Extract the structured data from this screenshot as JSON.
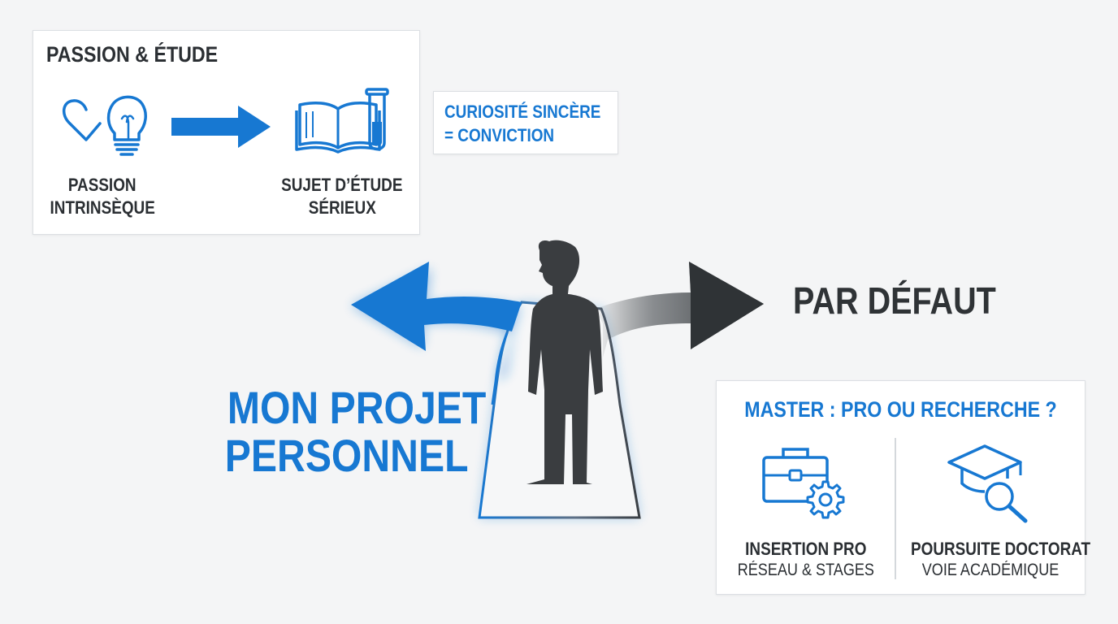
{
  "passion_box": {
    "title": "PASSION & ÉTUDE",
    "left_label_1": "PASSION",
    "left_label_2": "INTRINSÈQUE",
    "right_label_1": "SUJET D’ÉTUDE",
    "right_label_2": "SÉRIEUX"
  },
  "callout": {
    "line1": "CURIOSITÉ SINCÈRE",
    "line2": "= CONVICTION"
  },
  "left_path": {
    "line1": "MON PROJET",
    "line2": "PERSONNEL"
  },
  "right_path": {
    "label": "PAR DÉFAUT"
  },
  "master_box": {
    "title": "MASTER : PRO OU RECHERCHE ?",
    "left_title": "INSERTION PRO",
    "left_sub": "RÉSEAU & STAGES",
    "right_title": "POURSUITE DOCTORAT",
    "right_sub": "VOIE ACADÉMIQUE"
  },
  "colors": {
    "accent_blue": "#1778d2",
    "dark": "#2f3336",
    "background": "#f4f5f6"
  },
  "icons": [
    "heart-icon",
    "lightbulb-icon",
    "book-icon",
    "test-tube-icon",
    "briefcase-gear-icon",
    "graduation-cap-search-icon",
    "person-icon"
  ]
}
